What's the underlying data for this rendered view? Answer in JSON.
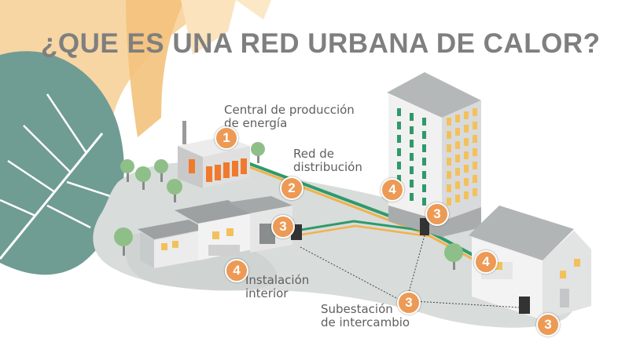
{
  "title": "¿QUE ES UNA RED URBANA DE CALOR?",
  "labels": {
    "central_line1": "Central de producción",
    "central_line2": "de energía",
    "red_line1": "Red de",
    "red_line2": "distribución",
    "instalacion_line1": "Instalación",
    "instalacion_line2": "interior",
    "subestacion_line1": "Subestación",
    "subestacion_line2": "de intercambio"
  },
  "badges": {
    "central": "1",
    "red": "2",
    "subestacion": "3",
    "instalacion": "4"
  },
  "colors": {
    "accent_orange": "#ec9a55",
    "network_green": "#2e9a6a",
    "return_orange": "#f2b24a",
    "leaf_teal": "#6f9c93",
    "title_grey": "#7f7f7f"
  }
}
